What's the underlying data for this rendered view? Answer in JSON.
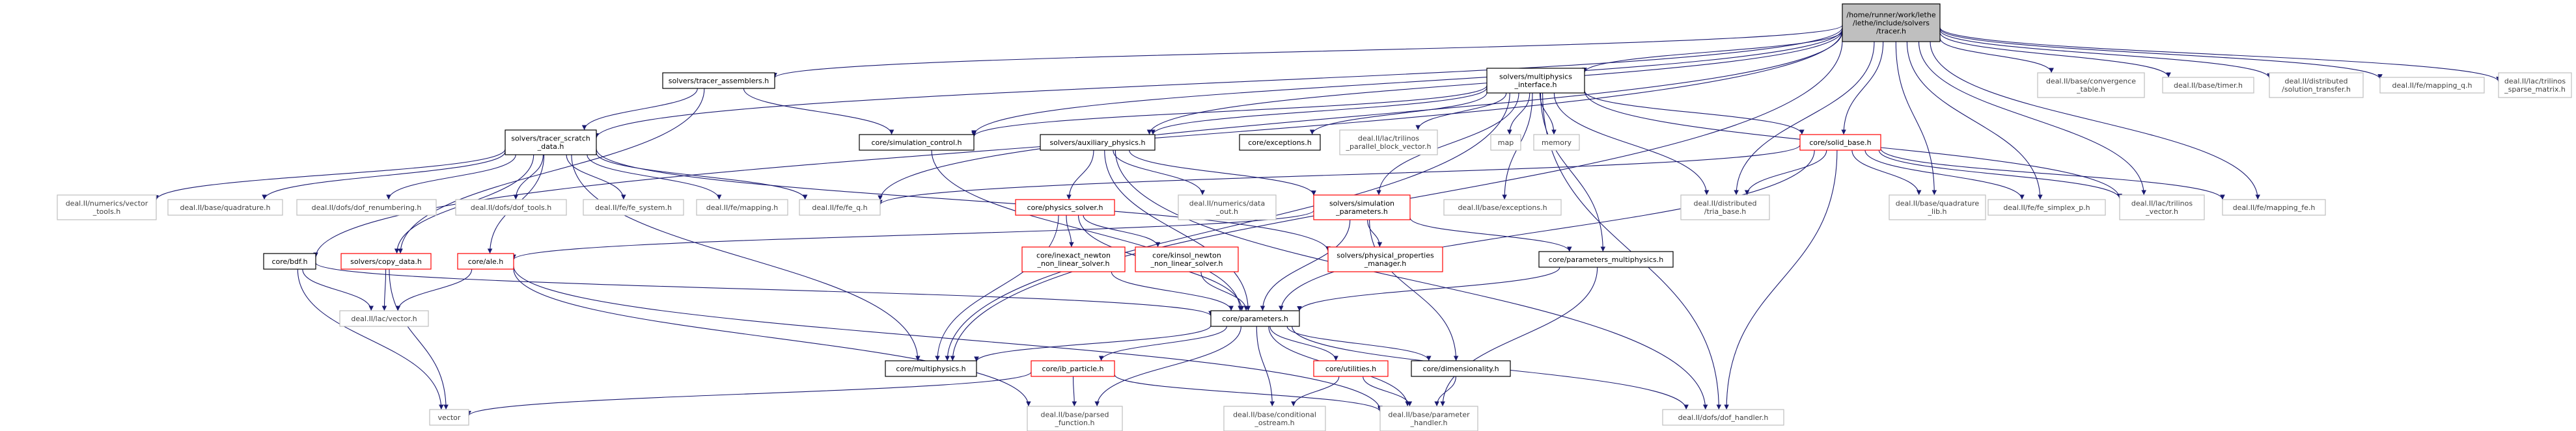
{
  "styles": {
    "root": {
      "fill": "#bfbfbf",
      "stroke": "#000000",
      "text": "#000000"
    },
    "normal": {
      "fill": "#ffffff",
      "stroke": "#000000",
      "text": "#000000"
    },
    "external": {
      "fill": "#ffffff",
      "stroke": "#bfbfbf",
      "text": "#404040"
    },
    "red": {
      "fill": "#ffffff",
      "stroke": "#ff0000",
      "text": "#000000"
    },
    "edge": "#191970"
  },
  "nodes": [
    {
      "id": "tracer",
      "lines": [
        "/home/runner/work/lethe",
        "/lethe/include/solvers",
        "/tracer.h"
      ],
      "kind": "root"
    },
    {
      "id": "tracer_assemblers",
      "lines": [
        "solvers/tracer_assemblers.h"
      ],
      "kind": "normal"
    },
    {
      "id": "multiphysics_interface",
      "lines": [
        "solvers/multiphysics",
        "_interface.h"
      ],
      "kind": "normal"
    },
    {
      "id": "tracer_scratch",
      "lines": [
        "solvers/tracer_scratch",
        "_data.h"
      ],
      "kind": "normal"
    },
    {
      "id": "simulation_control",
      "lines": [
        "core/simulation_control.h"
      ],
      "kind": "normal"
    },
    {
      "id": "auxiliary_physics",
      "lines": [
        "solvers/auxiliary_physics.h"
      ],
      "kind": "normal"
    },
    {
      "id": "exceptions",
      "lines": [
        "core/exceptions.h"
      ],
      "kind": "normal"
    },
    {
      "id": "trilinos_pbv",
      "lines": [
        "deal.II/lac/trilinos",
        "_parallel_block_vector.h"
      ],
      "kind": "external"
    },
    {
      "id": "map",
      "lines": [
        "map"
      ],
      "kind": "external"
    },
    {
      "id": "memory",
      "lines": [
        "memory"
      ],
      "kind": "external"
    },
    {
      "id": "solid_base",
      "lines": [
        "core/solid_base.h"
      ],
      "kind": "red"
    },
    {
      "id": "convergence_table",
      "lines": [
        "deal.II/base/convergence",
        "_table.h"
      ],
      "kind": "external"
    },
    {
      "id": "timer",
      "lines": [
        "deal.II/base/timer.h"
      ],
      "kind": "external"
    },
    {
      "id": "solution_transfer",
      "lines": [
        "deal.II/distributed",
        "/solution_transfer.h"
      ],
      "kind": "external"
    },
    {
      "id": "mapping_q",
      "lines": [
        "deal.II/fe/mapping_q.h"
      ],
      "kind": "external"
    },
    {
      "id": "sparse_matrix",
      "lines": [
        "deal.II/lac/trilinos",
        "_sparse_matrix.h"
      ],
      "kind": "external"
    },
    {
      "id": "vector_tools",
      "lines": [
        "deal.II/numerics/vector",
        "_tools.h"
      ],
      "kind": "external"
    },
    {
      "id": "quadrature",
      "lines": [
        "deal.II/base/quadrature.h"
      ],
      "kind": "external"
    },
    {
      "id": "dof_renumbering",
      "lines": [
        "deal.II/dofs/dof_renumbering.h"
      ],
      "kind": "external"
    },
    {
      "id": "dof_tools",
      "lines": [
        "deal.II/dofs/dof_tools.h"
      ],
      "kind": "external"
    },
    {
      "id": "fe_system",
      "lines": [
        "deal.II/fe/fe_system.h"
      ],
      "kind": "external"
    },
    {
      "id": "mapping",
      "lines": [
        "deal.II/fe/mapping.h"
      ],
      "kind": "external"
    },
    {
      "id": "fe_q",
      "lines": [
        "deal.II/fe/fe_q.h"
      ],
      "kind": "external"
    },
    {
      "id": "physics_solver",
      "lines": [
        "core/physics_solver.h"
      ],
      "kind": "red"
    },
    {
      "id": "data_out",
      "lines": [
        "deal.II/numerics/data",
        "_out.h"
      ],
      "kind": "external"
    },
    {
      "id": "simulation_parameters",
      "lines": [
        "solvers/simulation",
        "_parameters.h"
      ],
      "kind": "red"
    },
    {
      "id": "base_exceptions",
      "lines": [
        "deal.II/base/exceptions.h"
      ],
      "kind": "external"
    },
    {
      "id": "tria_base",
      "lines": [
        "deal.II/distributed",
        "/tria_base.h"
      ],
      "kind": "external"
    },
    {
      "id": "quadrature_lib",
      "lines": [
        "deal.II/base/quadrature",
        "_lib.h"
      ],
      "kind": "external"
    },
    {
      "id": "fe_simplex_p",
      "lines": [
        "deal.II/fe/fe_simplex_p.h"
      ],
      "kind": "external"
    },
    {
      "id": "trilinos_vector",
      "lines": [
        "deal.II/lac/trilinos",
        "_vector.h"
      ],
      "kind": "external"
    },
    {
      "id": "mapping_fe",
      "lines": [
        "deal.II/fe/mapping_fe.h"
      ],
      "kind": "external"
    },
    {
      "id": "bdf",
      "lines": [
        "core/bdf.h"
      ],
      "kind": "normal"
    },
    {
      "id": "copy_data",
      "lines": [
        "solvers/copy_data.h"
      ],
      "kind": "red"
    },
    {
      "id": "ale",
      "lines": [
        "core/ale.h"
      ],
      "kind": "red"
    },
    {
      "id": "inexact_newton",
      "lines": [
        "core/inexact_newton",
        "_non_linear_solver.h"
      ],
      "kind": "red"
    },
    {
      "id": "kinsol_newton",
      "lines": [
        "core/kinsol_newton",
        "_non_linear_solver.h"
      ],
      "kind": "red"
    },
    {
      "id": "physical_properties",
      "lines": [
        "solvers/physical_properties",
        "_manager.h"
      ],
      "kind": "red"
    },
    {
      "id": "parameters_multiphysics",
      "lines": [
        "core/parameters_multiphysics.h"
      ],
      "kind": "normal"
    },
    {
      "id": "lac_vector",
      "lines": [
        "deal.II/lac/vector.h"
      ],
      "kind": "external"
    },
    {
      "id": "parameters",
      "lines": [
        "core/parameters.h"
      ],
      "kind": "normal"
    },
    {
      "id": "multiphysics",
      "lines": [
        "core/multiphysics.h"
      ],
      "kind": "normal"
    },
    {
      "id": "ib_particle",
      "lines": [
        "core/ib_particle.h"
      ],
      "kind": "red"
    },
    {
      "id": "utilities",
      "lines": [
        "core/utilities.h"
      ],
      "kind": "red"
    },
    {
      "id": "dimensionality",
      "lines": [
        "core/dimensionality.h"
      ],
      "kind": "normal"
    },
    {
      "id": "vector",
      "lines": [
        "vector"
      ],
      "kind": "external"
    },
    {
      "id": "parsed_function",
      "lines": [
        "deal.II/base/parsed",
        "_function.h"
      ],
      "kind": "external"
    },
    {
      "id": "conditional_ostream",
      "lines": [
        "deal.II/base/conditional",
        "_ostream.h"
      ],
      "kind": "external"
    },
    {
      "id": "parameter_handler",
      "lines": [
        "deal.II/base/parameter",
        "_handler.h"
      ],
      "kind": "external"
    },
    {
      "id": "dof_handler",
      "lines": [
        "deal.II/dofs/dof_handler.h"
      ],
      "kind": "external"
    }
  ],
  "edges": [
    [
      "tracer",
      "tracer_assemblers"
    ],
    [
      "tracer",
      "multiphysics_interface"
    ],
    [
      "tracer",
      "tracer_scratch"
    ],
    [
      "tracer",
      "simulation_control"
    ],
    [
      "tracer",
      "auxiliary_physics"
    ],
    [
      "tracer",
      "solid_base"
    ],
    [
      "tracer",
      "convergence_table"
    ],
    [
      "tracer",
      "timer"
    ],
    [
      "tracer",
      "solution_transfer"
    ],
    [
      "tracer",
      "mapping_q"
    ],
    [
      "tracer",
      "sparse_matrix"
    ],
    [
      "tracer",
      "tria_base"
    ],
    [
      "tracer",
      "quadrature_lib"
    ],
    [
      "tracer",
      "fe_simplex_p"
    ],
    [
      "tracer",
      "trilinos_vector"
    ],
    [
      "tracer",
      "mapping_fe"
    ],
    [
      "tracer",
      "bdf"
    ],
    [
      "tracer",
      "fe_q"
    ],
    [
      "tracer",
      "multiphysics"
    ],
    [
      "tracer_assemblers",
      "tracer_scratch"
    ],
    [
      "tracer_assemblers",
      "simulation_control"
    ],
    [
      "tracer_assemblers",
      "copy_data"
    ],
    [
      "multiphysics_interface",
      "simulation_control"
    ],
    [
      "multiphysics_interface",
      "auxiliary_physics"
    ],
    [
      "multiphysics_interface",
      "exceptions"
    ],
    [
      "multiphysics_interface",
      "trilinos_pbv"
    ],
    [
      "multiphysics_interface",
      "map"
    ],
    [
      "multiphysics_interface",
      "memory"
    ],
    [
      "multiphysics_interface",
      "solid_base"
    ],
    [
      "multiphysics_interface",
      "simulation_parameters"
    ],
    [
      "multiphysics_interface",
      "base_exceptions"
    ],
    [
      "multiphysics_interface",
      "tria_base"
    ],
    [
      "multiphysics_interface",
      "trilinos_vector"
    ],
    [
      "multiphysics_interface",
      "parameters_multiphysics"
    ],
    [
      "multiphysics_interface",
      "dof_handler"
    ],
    [
      "multiphysics_interface",
      "multiphysics"
    ],
    [
      "tracer_scratch",
      "vector_tools"
    ],
    [
      "tracer_scratch",
      "quadrature"
    ],
    [
      "tracer_scratch",
      "dof_renumbering"
    ],
    [
      "tracer_scratch",
      "dof_tools"
    ],
    [
      "tracer_scratch",
      "fe_system"
    ],
    [
      "tracer_scratch",
      "mapping"
    ],
    [
      "tracer_scratch",
      "fe_q"
    ],
    [
      "tracer_scratch",
      "physical_properties"
    ],
    [
      "tracer_scratch",
      "ale"
    ],
    [
      "tracer_scratch",
      "multiphysics"
    ],
    [
      "tracer_scratch",
      "copy_data"
    ],
    [
      "simulation_control",
      "parameters"
    ],
    [
      "auxiliary_physics",
      "physics_solver"
    ],
    [
      "auxiliary_physics",
      "data_out"
    ],
    [
      "auxiliary_physics",
      "simulation_parameters"
    ],
    [
      "auxiliary_physics",
      "dof_handler"
    ],
    [
      "auxiliary_physics",
      "parameters"
    ],
    [
      "solid_base",
      "fe_q"
    ],
    [
      "solid_base",
      "tria_base"
    ],
    [
      "solid_base",
      "quadrature_lib"
    ],
    [
      "solid_base",
      "fe_simplex_p"
    ],
    [
      "solid_base",
      "trilinos_vector"
    ],
    [
      "solid_base",
      "mapping_fe"
    ],
    [
      "solid_base",
      "parameters"
    ],
    [
      "solid_base",
      "dof_handler"
    ],
    [
      "physics_solver",
      "inexact_newton"
    ],
    [
      "physics_solver",
      "kinsol_newton"
    ],
    [
      "physics_solver",
      "parameters"
    ],
    [
      "physics_solver",
      "multiphysics"
    ],
    [
      "simulation_parameters",
      "physical_properties"
    ],
    [
      "simulation_parameters",
      "parameters_multiphysics"
    ],
    [
      "simulation_parameters",
      "parameters"
    ],
    [
      "simulation_parameters",
      "dimensionality"
    ],
    [
      "simulation_parameters",
      "ale"
    ],
    [
      "inexact_newton",
      "parameters"
    ],
    [
      "kinsol_newton",
      "parameters"
    ],
    [
      "parameters_multiphysics",
      "parameters"
    ],
    [
      "parameters_multiphysics",
      "parameter_handler"
    ],
    [
      "bdf",
      "lac_vector"
    ],
    [
      "bdf",
      "parameters"
    ],
    [
      "bdf",
      "vector"
    ],
    [
      "copy_data",
      "lac_vector"
    ],
    [
      "copy_data",
      "vector"
    ],
    [
      "ale",
      "lac_vector"
    ],
    [
      "ale",
      "parsed_function"
    ],
    [
      "ale",
      "parameter_handler"
    ],
    [
      "parameters",
      "multiphysics"
    ],
    [
      "parameters",
      "ib_particle"
    ],
    [
      "parameters",
      "utilities"
    ],
    [
      "parameters",
      "dimensionality"
    ],
    [
      "parameters",
      "parsed_function"
    ],
    [
      "parameters",
      "conditional_ostream"
    ],
    [
      "parameters",
      "parameter_handler"
    ],
    [
      "parameters",
      "dof_handler"
    ],
    [
      "ib_particle",
      "vector"
    ],
    [
      "ib_particle",
      "parsed_function"
    ],
    [
      "ib_particle",
      "parameter_handler"
    ],
    [
      "utilities",
      "conditional_ostream"
    ],
    [
      "utilities",
      "parameter_handler"
    ],
    [
      "dimensionality",
      "parameter_handler"
    ]
  ]
}
